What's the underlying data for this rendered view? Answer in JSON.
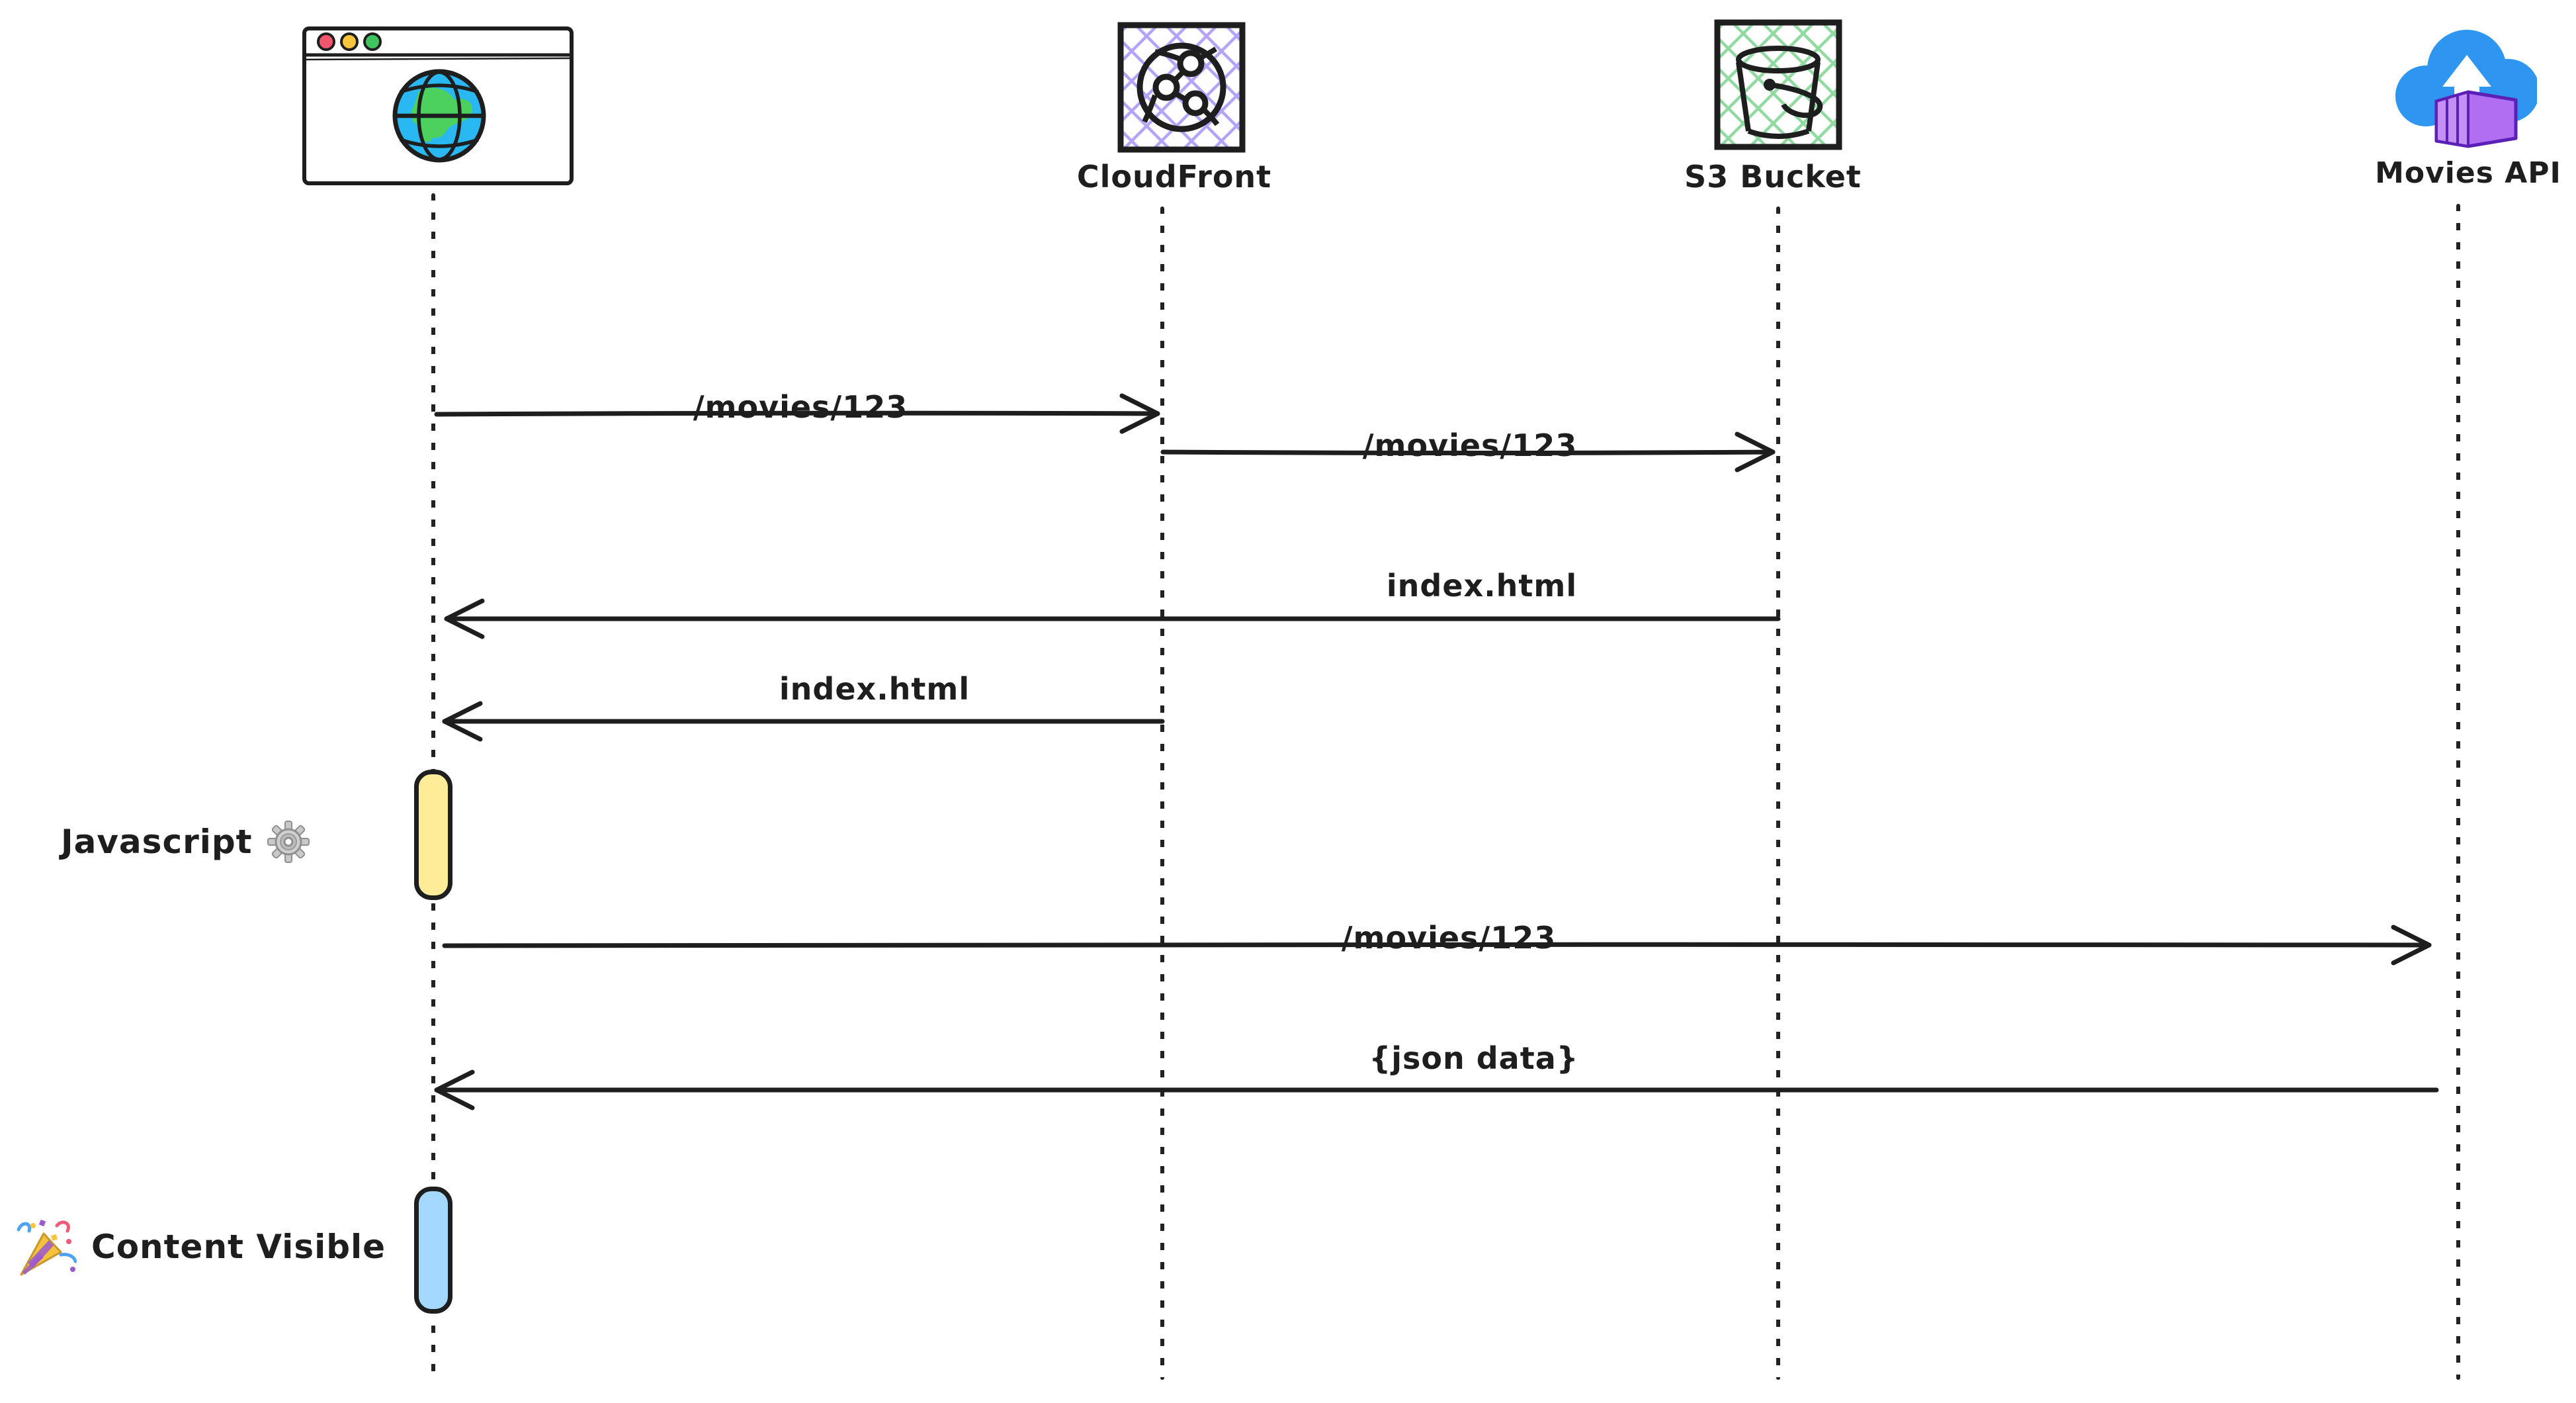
{
  "actors": [
    {
      "id": "browser",
      "label": "",
      "icon": "browser-window-icon"
    },
    {
      "id": "cloudfront",
      "label": "CloudFront",
      "icon": "cloudfront-network-icon"
    },
    {
      "id": "s3_bucket",
      "label": "S3 Bucket",
      "icon": "s3-bucket-icon"
    },
    {
      "id": "movies_api",
      "label": "Movies API",
      "icon": "cloud-upload-container-icon"
    }
  ],
  "messages": [
    {
      "from": "browser",
      "to": "cloudfront",
      "label": "/movies/123"
    },
    {
      "from": "cloudfront",
      "to": "s3_bucket",
      "label": "/movies/123"
    },
    {
      "from": "s3_bucket",
      "to": "cloudfront",
      "label": "index.html"
    },
    {
      "from": "cloudfront",
      "to": "browser",
      "label": "index.html"
    },
    {
      "from": "browser",
      "to": "movies_api",
      "label": "/movies/123"
    },
    {
      "from": "movies_api",
      "to": "browser",
      "label": "{json data}"
    }
  ],
  "annotations": [
    {
      "label": "Javascript",
      "icon": "gear-icon",
      "activation_color": "#ffec99"
    },
    {
      "label": "Content Visible",
      "icon": "party-popper-icon",
      "activation_color": "#a5d8ff"
    }
  ],
  "colors": {
    "stroke": "#1e1e1e",
    "background": "#ffffff",
    "yellow_activation": "#ffec99",
    "blue_activation": "#a5d8ff",
    "cloudfront_hatch": "#b4a3f7",
    "s3_hatch": "#90d9a0",
    "cloud_blue": "#2e96f0",
    "container_purple": "#b26ef2",
    "globe_blue": "#29b8f2",
    "globe_land_green": "#4cd05e",
    "traffic_red": "#f2556e",
    "traffic_yellow": "#f8c53c",
    "traffic_green": "#3fc45f"
  }
}
